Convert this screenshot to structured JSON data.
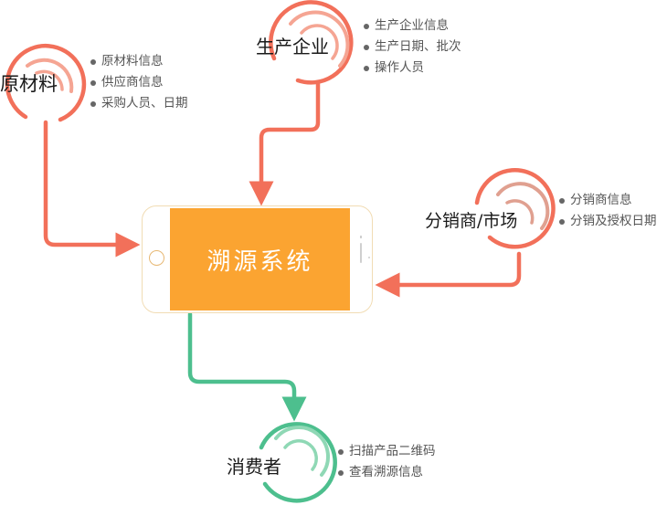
{
  "diagram": {
    "center": {
      "title": "溯源系统",
      "screen_color": "#fba431",
      "frame_color": "#f1dcb4"
    },
    "nodes": [
      {
        "id": "raw-materials",
        "label": "原材料",
        "color": "#f2705a",
        "inner_color": "#f5a593",
        "bullets": [
          "原材料信息",
          "供应商信息",
          "采购人员、日期"
        ]
      },
      {
        "id": "manufacturer",
        "label": "生产企业",
        "color": "#f2705a",
        "inner_color": "#f5a593",
        "bullets": [
          "生产企业信息",
          "生产日期、批次",
          "操作人员"
        ]
      },
      {
        "id": "distributor",
        "label": "分销商/市场",
        "color": "#f2705a",
        "inner_color": "#e0a090",
        "bullets": [
          "分销商信息",
          "分销及授权日期"
        ]
      },
      {
        "id": "consumer",
        "label": "消费者",
        "color": "#4dbf8e",
        "inner_color": "#8fd8b5",
        "bullets": [
          "扫描产品二维码",
          "查看溯源信息"
        ]
      }
    ],
    "edges": [
      {
        "from": "原材料",
        "to": "溯源系统",
        "color": "#f2705a"
      },
      {
        "from": "生产企业",
        "to": "溯源系统",
        "color": "#f2705a"
      },
      {
        "from": "分销商/市场",
        "to": "溯源系统",
        "color": "#f2705a"
      },
      {
        "from": "溯源系统",
        "to": "消费者",
        "color": "#4dbf8e"
      }
    ]
  }
}
